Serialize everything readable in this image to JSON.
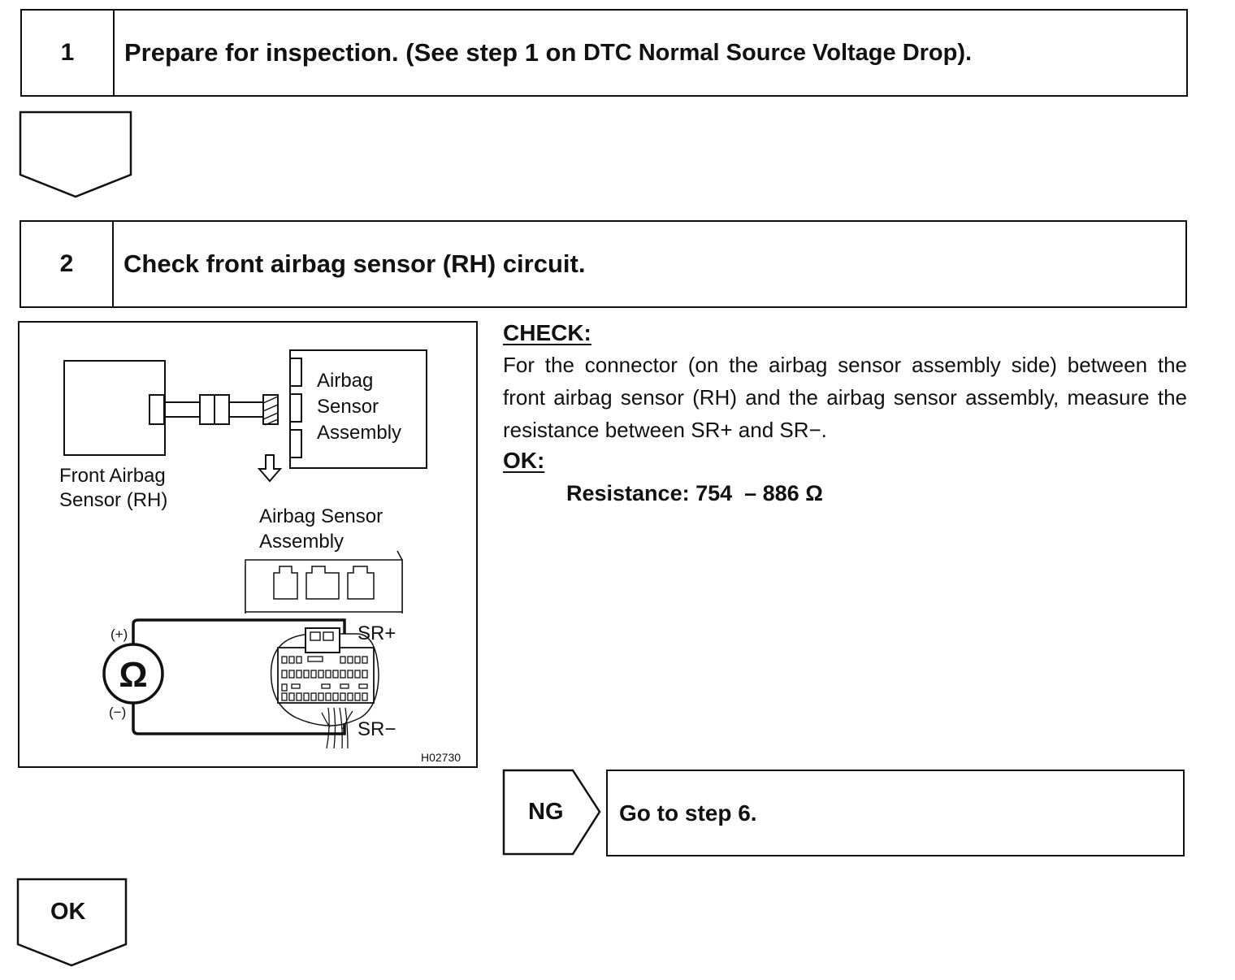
{
  "step1": {
    "number": "1",
    "title": "Prepare for inspection. (See step 1 on ",
    "title_ref": "DTC Normal Source Voltage Drop)."
  },
  "step2": {
    "number": "2",
    "title": "Check front airbag sensor (RH) circuit."
  },
  "diagram": {
    "label_assembly_line1": "Airbag",
    "label_assembly_line2": "Sensor",
    "label_assembly_line3": "Assembly",
    "label_front_line1": "Front Airbag",
    "label_front_line2": "Sensor (RH)",
    "label_connector_line1": "Airbag Sensor",
    "label_connector_line2": "Assembly",
    "ohm_symbol": "Ω",
    "plus": "(+)",
    "minus": "(−)",
    "terminal_plus": "SR+",
    "terminal_minus": "SR−",
    "figure_code": "H02730"
  },
  "check": {
    "heading": "CHECK:",
    "text": "For the connector (on the airbag sensor assembly side) between the front airbag sensor (RH) and the airbag sensor assembly, measure the resistance between SR+ and SR−.",
    "ok_heading": "OK:",
    "spec": "Resistance: 754  – 886 Ω"
  },
  "ng_branch": {
    "label": "NG",
    "action": "Go to step 6."
  },
  "ok_branch": {
    "label": "OK"
  }
}
